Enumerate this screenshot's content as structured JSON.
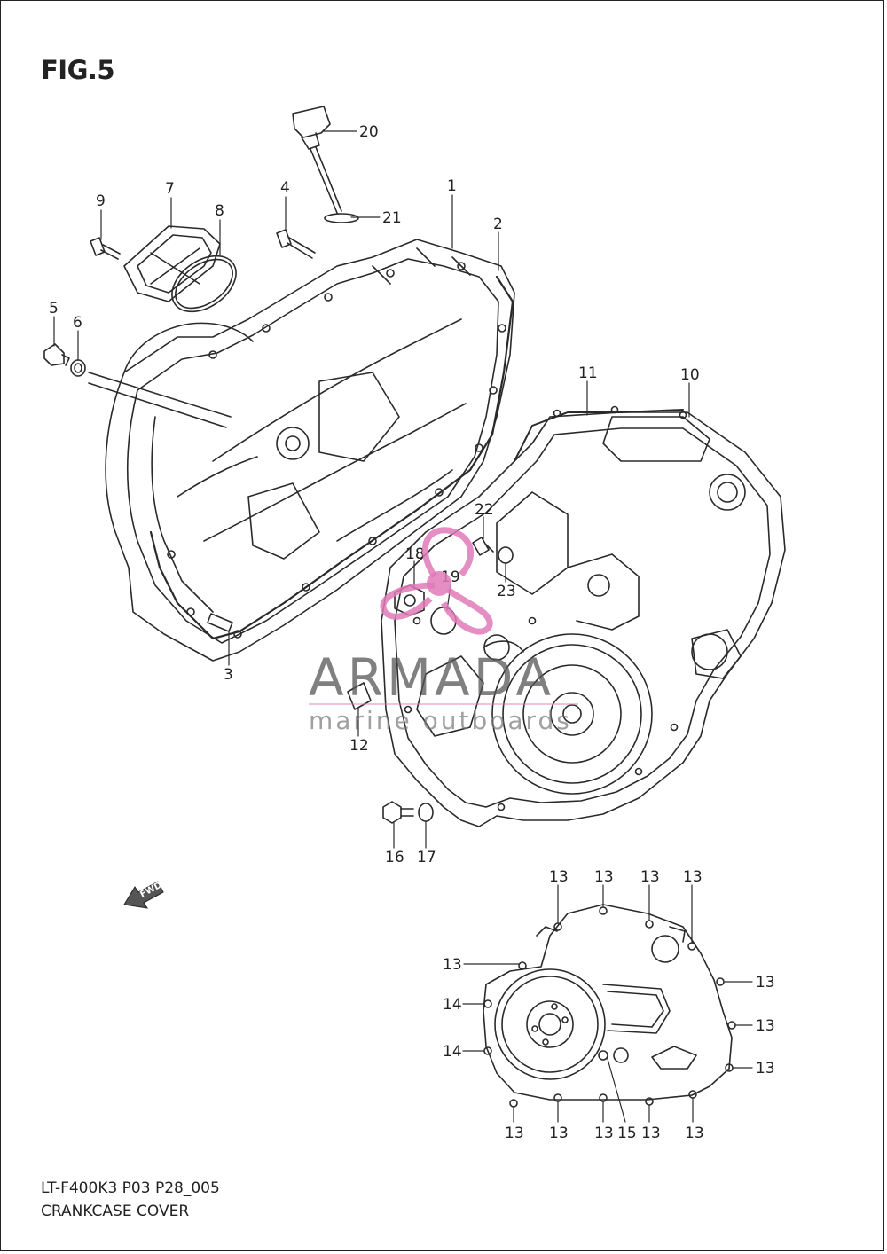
{
  "figure": {
    "title": "FIG.5",
    "model_code": "LT-F400K3 P03 P28_005",
    "caption": "CRANKCASE COVER"
  },
  "watermark": {
    "brand": "ARMADA",
    "tagline": "marine outboards",
    "logo_color": "#e07ab8"
  },
  "fwd_arrow_label": "FWD",
  "callouts": {
    "c1": "1",
    "c2": "2",
    "c3": "3",
    "c4": "4",
    "c5": "5",
    "c6": "6",
    "c7": "7",
    "c8": "8",
    "c9": "9",
    "c10": "10",
    "c11": "11",
    "c12": "12",
    "c14a": "14",
    "c14b": "14",
    "c15": "15",
    "c16": "16",
    "c17": "17",
    "c18": "18",
    "c19": "19",
    "c20": "20",
    "c21": "21",
    "c22": "22",
    "c23": "23",
    "c13_top1": "13",
    "c13_top2": "13",
    "c13_top3": "13",
    "c13_top4": "13",
    "c13_left": "13",
    "c13_r1": "13",
    "c13_r2": "13",
    "c13_r3": "13",
    "c13_b1": "13",
    "c13_b2": "13",
    "c13_b3": "13",
    "c13_b4": "13",
    "c13_b5": "13"
  }
}
